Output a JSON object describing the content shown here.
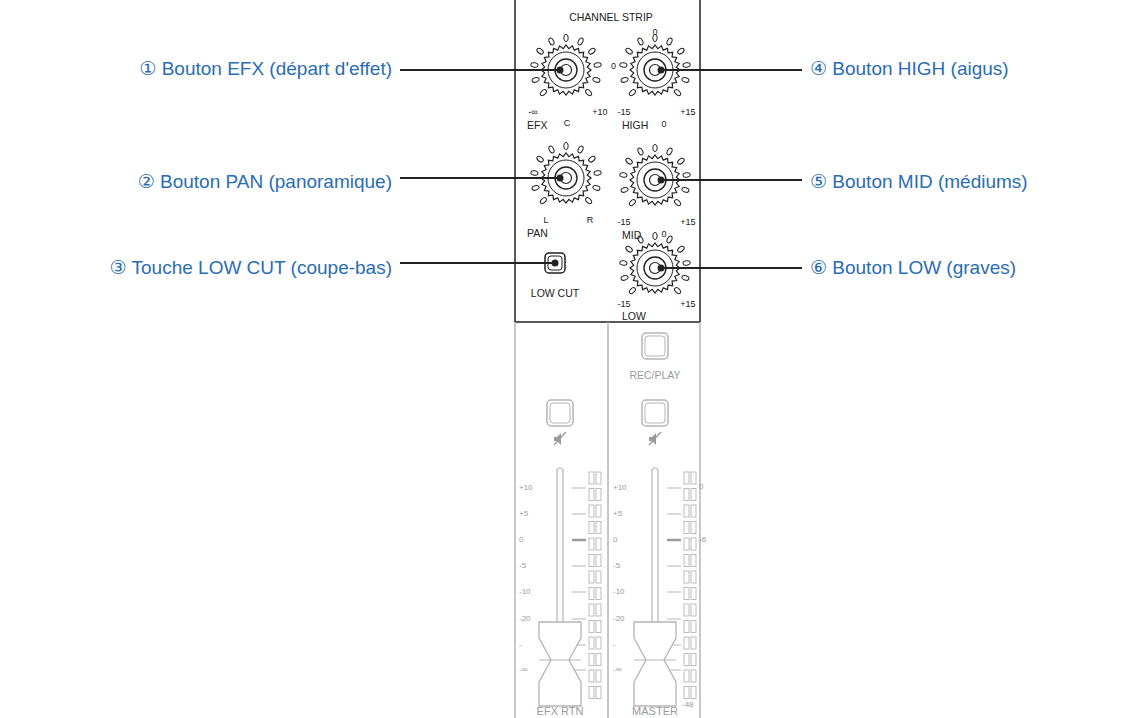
{
  "diagram": {
    "labels": [
      "① Bouton EFX (départ d'effet)",
      "② Bouton PAN (panoramique)",
      "③ Touche LOW CUT (coupe-bas)",
      "④ Bouton HIGH (aigus)",
      "⑤ Bouton MID (médiums)",
      "⑥ Bouton LOW (graves)",
      "CHANNEL STRIP",
      "0",
      "0",
      "-∞",
      "+10",
      "EFX",
      "C",
      "-15",
      "+15",
      "HIGH",
      "0",
      "L",
      "R",
      "PAN",
      "-15",
      "+15",
      "MID",
      "0",
      "LOW CUT",
      "-15",
      "+15",
      "LOW",
      "REC/PLAY",
      "+10",
      "+5",
      "0",
      "-5",
      "-10",
      "-20",
      "-",
      "-∞",
      "+10",
      "+5",
      "0",
      "-5",
      "-10",
      "-20",
      "-",
      "-∞",
      "0",
      "-6",
      "-48",
      "EFX RTN",
      "MASTER"
    ]
  }
}
